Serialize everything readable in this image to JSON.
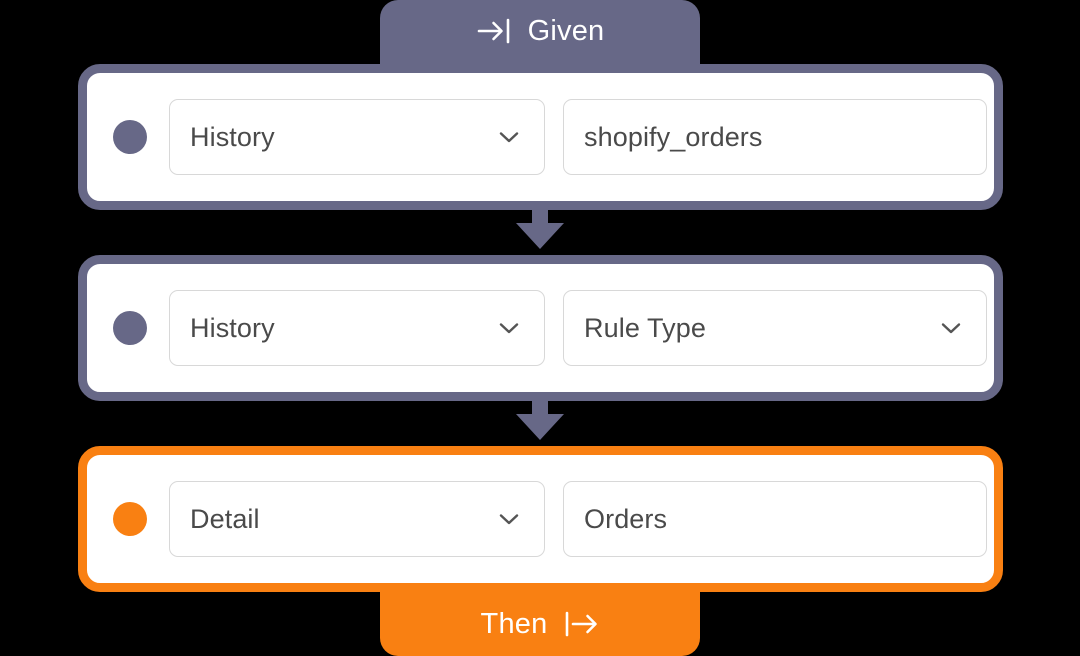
{
  "theme": {
    "background": "#000000",
    "purple": "#676887",
    "orange": "#F98012",
    "card_fill": "#ffffff",
    "field_border": "#d8d8d8",
    "field_text": "#4a4a4a",
    "tab_text": "#ffffff"
  },
  "given_tab": {
    "label": "Given",
    "icon": "arrow-right-to-line-icon"
  },
  "then_tab": {
    "label": "Then",
    "icon": "arrow-right-from-line-icon"
  },
  "rows": [
    {
      "accent": "purple",
      "dot": "row-status-dot",
      "left_field": {
        "type": "dropdown",
        "value": "History",
        "icon": "chevron-down-icon"
      },
      "right_field": {
        "type": "text",
        "value": "shopify_orders"
      }
    },
    {
      "accent": "purple",
      "dot": "row-status-dot",
      "left_field": {
        "type": "dropdown",
        "value": "History",
        "icon": "chevron-down-icon"
      },
      "right_field": {
        "type": "dropdown",
        "value": "Rule Type",
        "icon": "chevron-down-icon"
      }
    },
    {
      "accent": "orange",
      "dot": "row-status-dot",
      "left_field": {
        "type": "dropdown",
        "value": "Detail",
        "icon": "chevron-down-icon"
      },
      "right_field": {
        "type": "text",
        "value": "Orders"
      }
    }
  ],
  "connectors": [
    {
      "name": "connector-arrow-1",
      "direction": "down"
    },
    {
      "name": "connector-arrow-2",
      "direction": "down"
    }
  ]
}
